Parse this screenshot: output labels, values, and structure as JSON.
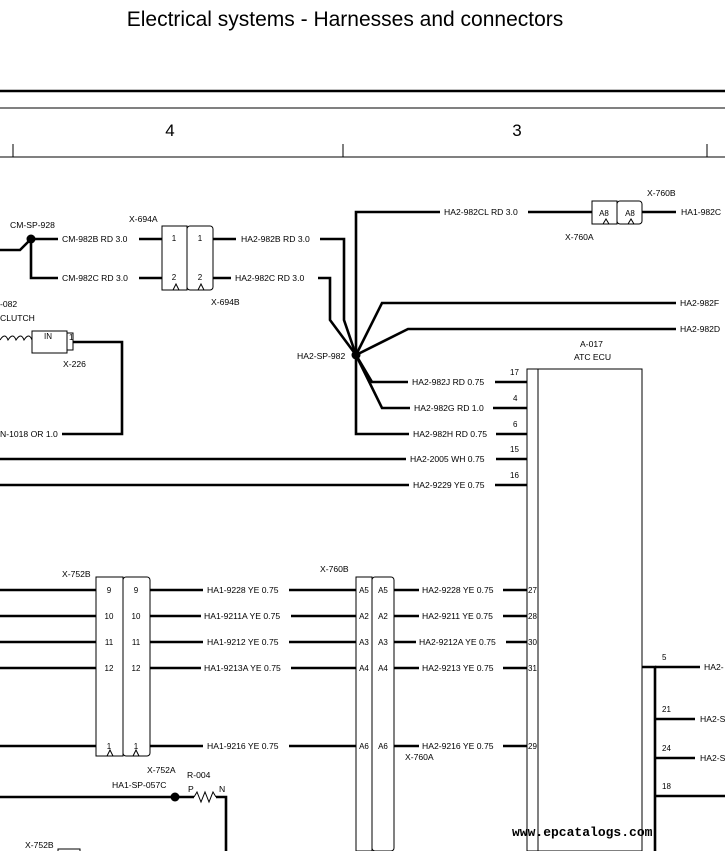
{
  "title": "Electrical systems - Harnesses and connectors",
  "zones": [
    "4",
    "3"
  ],
  "watermark": "www.epcatalogs.com",
  "labels": {
    "cm_sp_928": "CM-SP-928",
    "cm_982b": "CM-982B RD 3.0",
    "cm_982c": "CM-982C RD 3.0",
    "x694a": "X-694A",
    "x694b": "X-694B",
    "ha2_982b": "HA2-982B RD 3.0",
    "ha2_982c": "HA2-982C RD 3.0",
    "ha2_982cl": "HA2-982CL RD 3.0",
    "x760b_top": "X-760B",
    "x760a_top": "X-760A",
    "ha1_982c_cut": "HA1-982C",
    "ha2_982f": "HA2-982F",
    "ha2_982d": "HA2-982D",
    "ha2_sp_982": "HA2-SP-982",
    "a017": "A-017",
    "atc_ecu": "ATC ECU",
    "ha2_982j": "HA2-982J RD 0.75",
    "ha2_982g": "HA2-982G RD 1.0",
    "ha2_982h": "HA2-982H RD 0.75",
    "ha2_2005": "HA2-2005 WH 0.75",
    "ha2_9229": "HA2-9229 YE 0.75",
    "clutch_082": "-082",
    "clutch": "CLUTCH",
    "in": "IN",
    "x226": "X-226",
    "n1018": "N-1018 OR 1.0",
    "x752b": "X-752B",
    "x752a": "X-752A",
    "x760b_mid": "X-760B",
    "x760a_mid": "X-760A",
    "ha1_9228": "HA1-9228 YE 0.75",
    "ha1_9211a": "HA1-9211A YE 0.75",
    "ha1_9212": "HA1-9212 YE 0.75",
    "ha1_9213a": "HA1-9213A YE 0.75",
    "ha1_9216": "HA1-9216 YE 0.75",
    "ha2_9228": "HA2-9228 YE 0.75",
    "ha2_9211": "HA2-9211 YE 0.75",
    "ha2_9212a": "HA2-9212A YE 0.75",
    "ha2_9213": "HA2-9213 YE 0.75",
    "ha2_9216": "HA2-9216 YE 0.75",
    "r004": "R-004",
    "ha1_sp_057c": "HA1-SP-057C",
    "p": "P",
    "n": "N",
    "x752b_bottom": "X-752B",
    "ha2_cut": "HA2-",
    "ha2_s_1": "HA2-S",
    "ha2_s_2": "HA2-S"
  },
  "pins": {
    "x694": [
      "1",
      "1",
      "2",
      "2"
    ],
    "x760_top": [
      "A8",
      "A8"
    ],
    "x752": [
      "9",
      "9",
      "10",
      "10",
      "11",
      "11",
      "12",
      "12",
      "1",
      "1"
    ],
    "x760_mid": [
      "A5",
      "A5",
      "A2",
      "A2",
      "A3",
      "A3",
      "A4",
      "A4",
      "A6",
      "A6"
    ],
    "ecu_left": [
      "17",
      "4",
      "6",
      "15",
      "16",
      "27",
      "28",
      "30",
      "31",
      "29"
    ],
    "ecu_right": [
      "5",
      "21",
      "24",
      "18"
    ],
    "clutch_pin": "1"
  }
}
